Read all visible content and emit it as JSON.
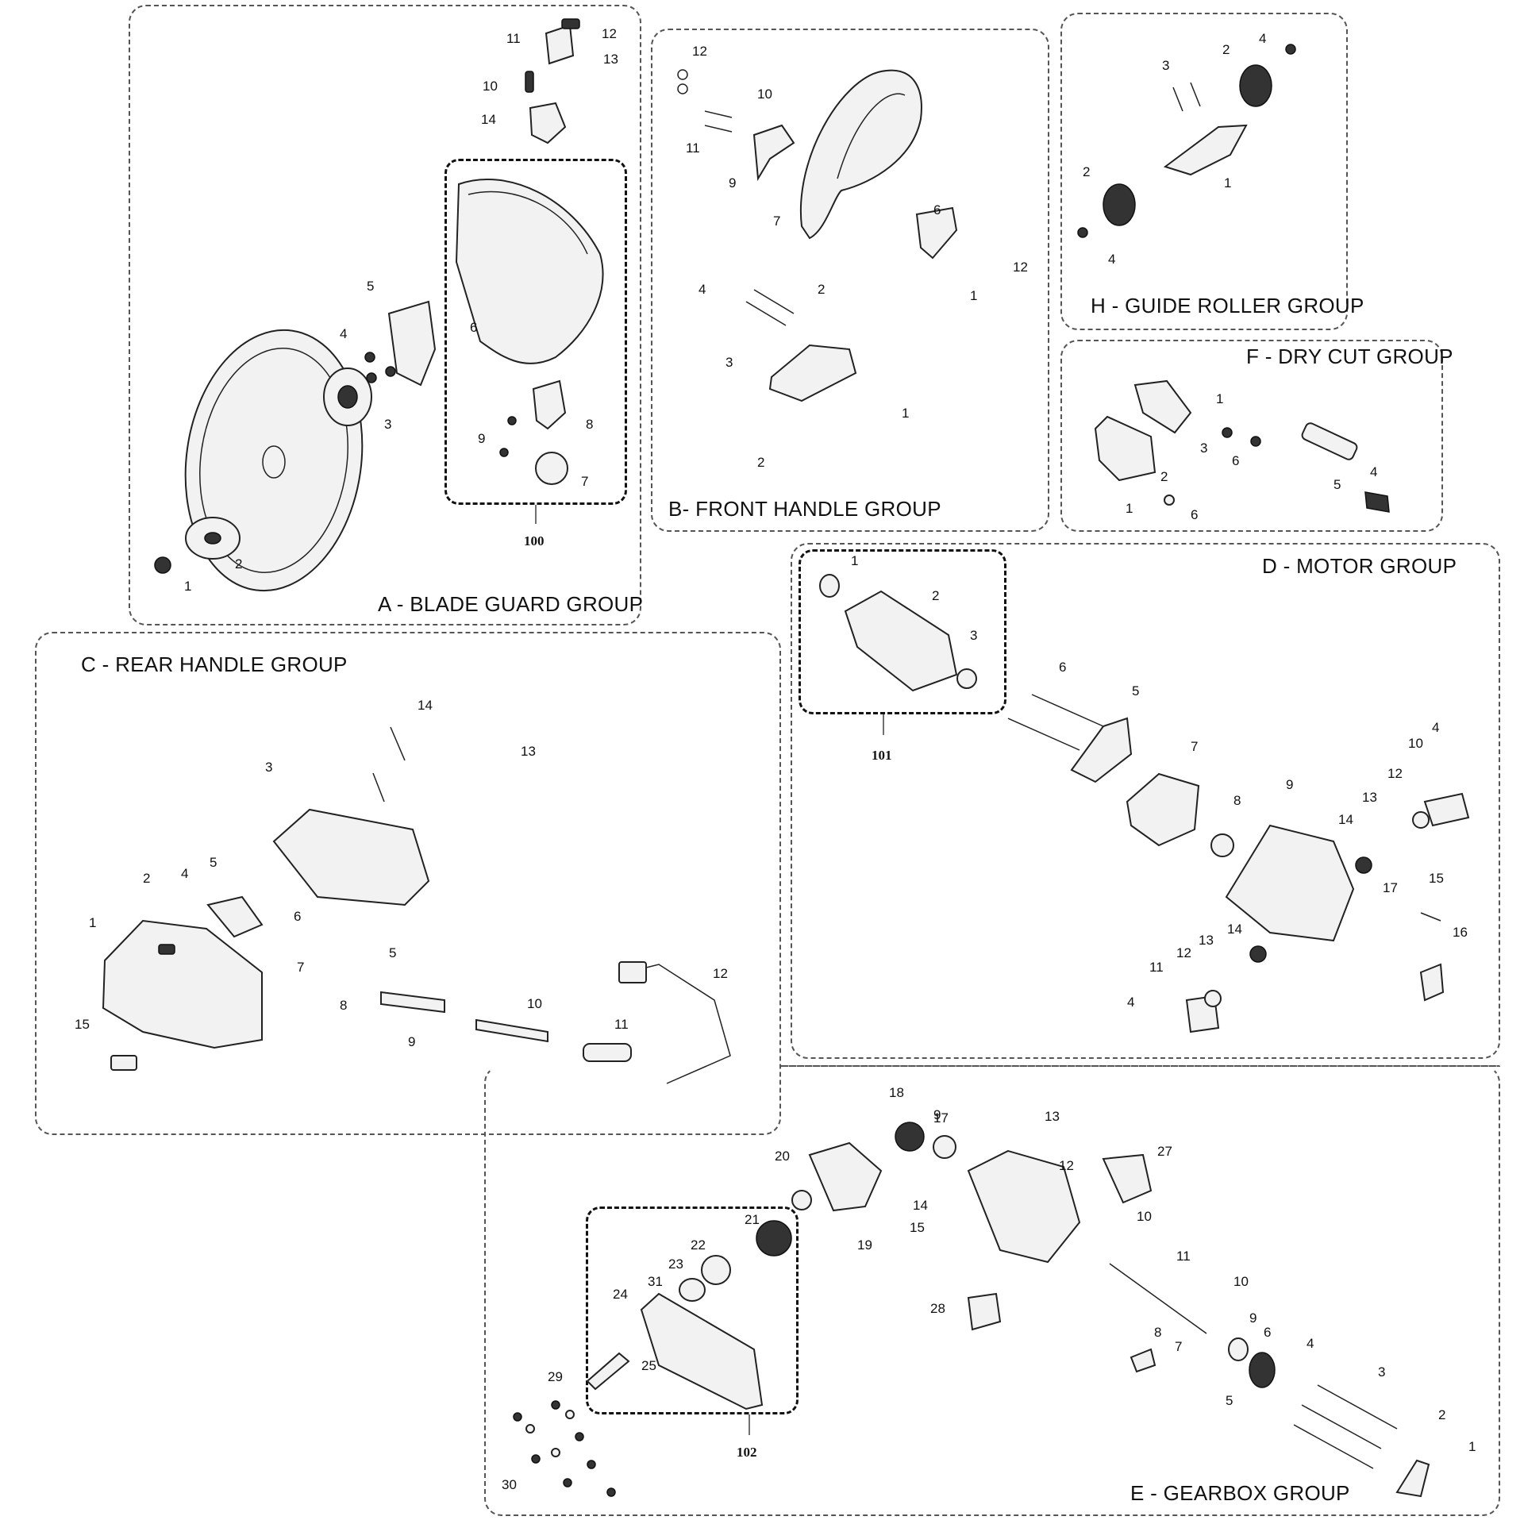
{
  "groups": {
    "a": {
      "title": "A - BLADE GUARD GROUP",
      "callouts": [
        "1",
        "2",
        "3",
        "4",
        "5",
        "6",
        "7",
        "8",
        "9",
        "10",
        "11",
        "12",
        "13",
        "14"
      ],
      "sub_ref": "100"
    },
    "b": {
      "title": "B- FRONT HANDLE GROUP",
      "callouts": [
        "1",
        "1",
        "2",
        "2",
        "3",
        "4",
        "6",
        "7",
        "9",
        "10",
        "11",
        "12",
        "12"
      ]
    },
    "h": {
      "title": "H - GUIDE ROLLER GROUP",
      "callouts": [
        "1",
        "2",
        "2",
        "3",
        "4",
        "4"
      ]
    },
    "f": {
      "title": "F - DRY CUT GROUP",
      "callouts": [
        "1",
        "1",
        "2",
        "3",
        "4",
        "5",
        "6",
        "6"
      ]
    },
    "d": {
      "title": "D - MOTOR GROUP",
      "callouts": [
        "1",
        "2",
        "3",
        "4",
        "4",
        "5",
        "6",
        "7",
        "8",
        "9",
        "10",
        "11",
        "12",
        "12",
        "13",
        "13",
        "14",
        "14",
        "15",
        "16",
        "17"
      ],
      "sub_ref": "101"
    },
    "c": {
      "title": "C - REAR HANDLE GROUP",
      "callouts": [
        "1",
        "2",
        "3",
        "4",
        "5",
        "5",
        "6",
        "7",
        "8",
        "9",
        "10",
        "11",
        "12",
        "13",
        "14",
        "15"
      ]
    },
    "e": {
      "title": "E - GEARBOX GROUP",
      "callouts": [
        "1",
        "2",
        "3",
        "4",
        "5",
        "6",
        "7",
        "8",
        "9",
        "9",
        "10",
        "10",
        "11",
        "12",
        "13",
        "14",
        "15",
        "17",
        "18",
        "19",
        "20",
        "21",
        "22",
        "23",
        "24",
        "25",
        "27",
        "28",
        "29",
        "30",
        "31"
      ],
      "sub_ref": "102"
    }
  }
}
